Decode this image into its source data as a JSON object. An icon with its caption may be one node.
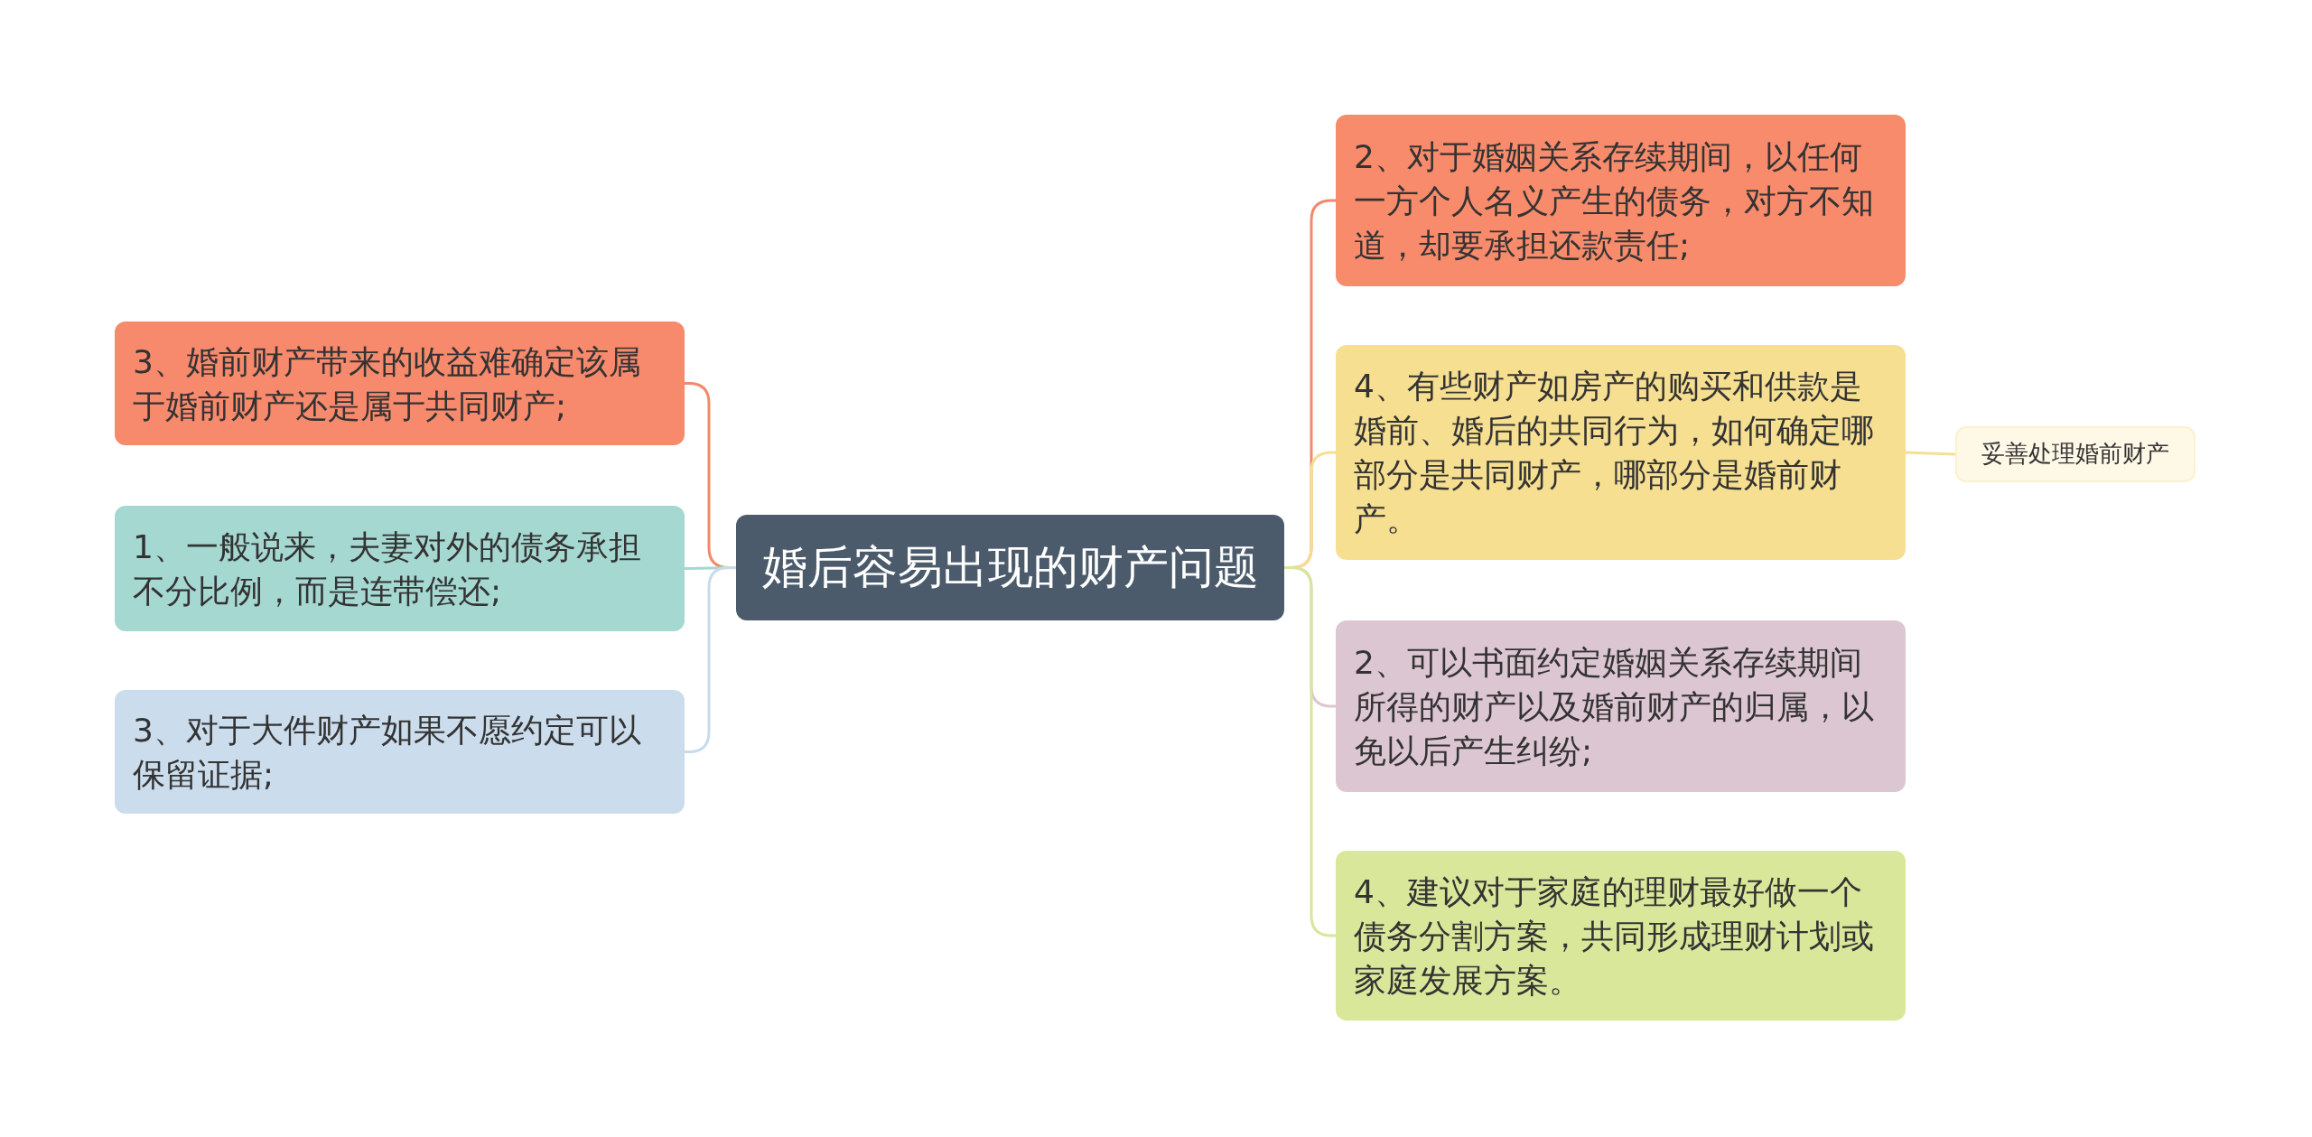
{
  "diagram": {
    "nodes": [
      {
        "text": [
          "婚后容易出现的财产问题"
        ]
      },
      {
        "text": [
          "3、婚前财产带来的收益难确定该属于婚前财产还是属于共同财产;"
        ]
      },
      {
        "text": [
          "1、一般说来，夫妻对外的债务承担不分比例，而是连带偿还;"
        ]
      },
      {
        "text": [
          "3、对于大件财产如果不愿约定可以保留证据;"
        ]
      },
      {
        "text": [
          "2、对于婚姻关系存续期间，以任何一方个人名义产生的债务，对方不知道，却要承担还款责任;"
        ]
      },
      {
        "text": [
          "4、有些财产如房产的购买和供款是婚前、婚后的共同行为，如何确定哪部分是共同财产，哪部分是婚前财产。"
        ]
      },
      {
        "text": [
          "2、可以书面约定婚姻关系存续期间所得的财产以及婚前财产的归属，以免以后产生纠纷;"
        ]
      },
      {
        "text": [
          "4、建议对于家庭的理财最好做一个债务分割方案，共同形成理财计划或家庭发展方案。"
        ]
      },
      {
        "text": [
          "妥善处理婚前财产"
        ]
      }
    ],
    "edges": [
      {
        "from": 0,
        "to": 1,
        "arrow": "none",
        "color": "#f08a6c"
      },
      {
        "from": 0,
        "to": 2,
        "arrow": "none",
        "color": "#a6d8d2"
      },
      {
        "from": 0,
        "to": 3,
        "arrow": "none",
        "color": "#c8dbec"
      },
      {
        "from": 0,
        "to": 4,
        "arrow": "none",
        "color": "#f08a6c"
      },
      {
        "from": 0,
        "to": 5,
        "arrow": "none",
        "color": "#f5df93"
      },
      {
        "from": 0,
        "to": 6,
        "arrow": "none",
        "color": "#dcc6d1"
      },
      {
        "from": 0,
        "to": 7,
        "arrow": "none",
        "color": "#d8e69a"
      },
      {
        "from": 5,
        "to": 8,
        "arrow": "none",
        "color": "#f5df93"
      }
    ]
  }
}
